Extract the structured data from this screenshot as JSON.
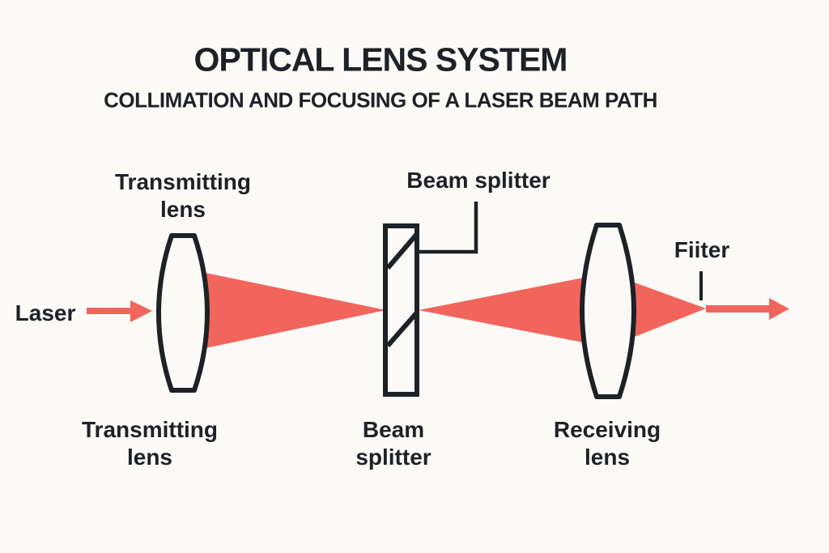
{
  "colors": {
    "background": "#FBFAF7",
    "ink": "#1E2126",
    "beam": "#F2655C"
  },
  "header": {
    "title": "OPTICAL LENS SYSTEM",
    "subtitle": "COLLIMATION AND FOCUSING OF A LASER BEAM PATH"
  },
  "labels": {
    "laser": "Laser",
    "transmitting_top": {
      "line1": "Transmitting",
      "line2": "lens"
    },
    "beam_splitter_top": "Beam splitter",
    "filter": "Fiiter",
    "transmitting_bottom": {
      "line1": "Transmitting",
      "line2": "lens"
    },
    "beam_splitter_bottom": {
      "line1": "Beam",
      "line2": "splitter"
    },
    "receiving_bottom": {
      "line1": "Receiving",
      "line2": "lens"
    }
  }
}
